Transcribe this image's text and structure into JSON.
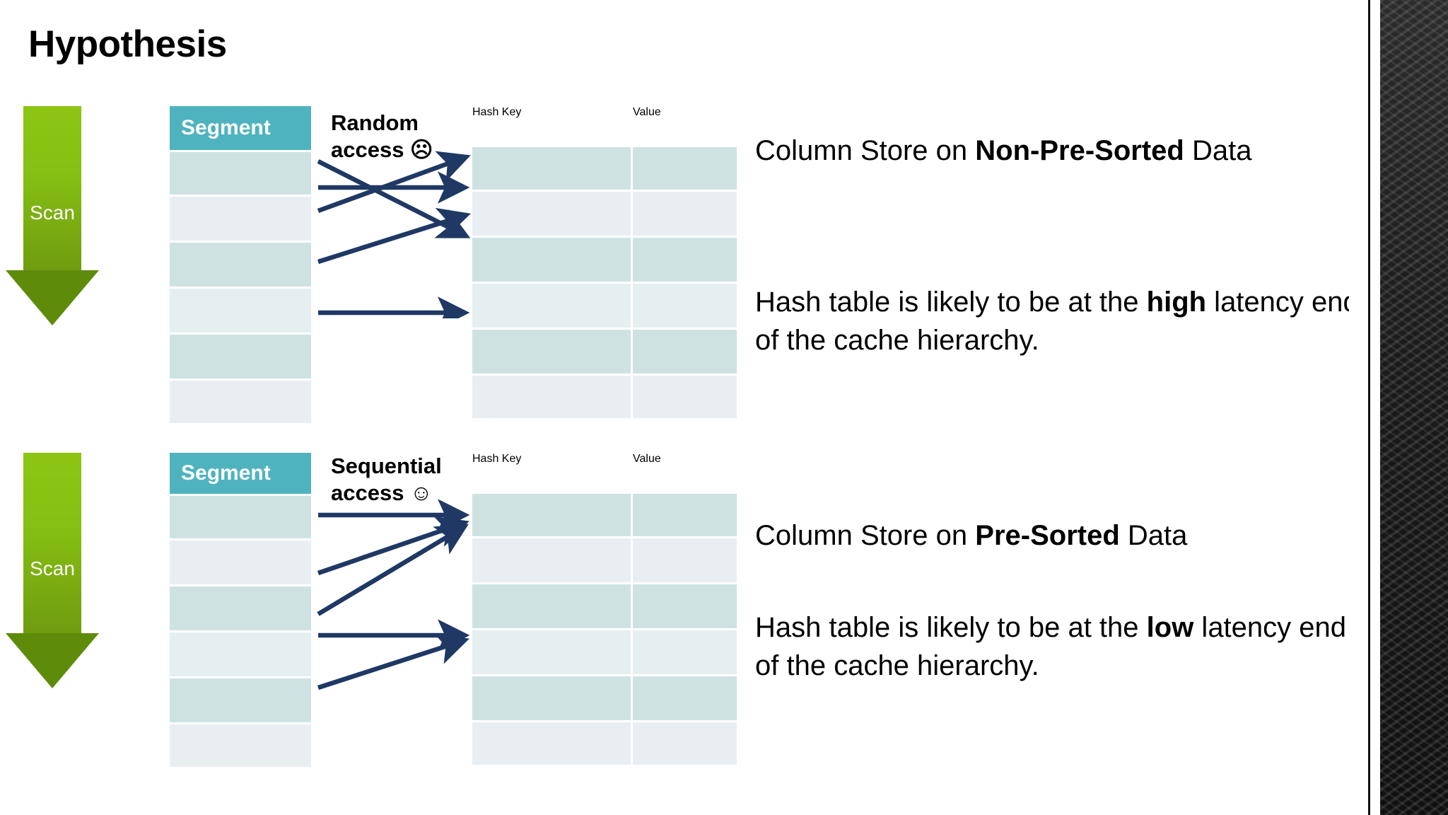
{
  "slide": {
    "title": "Hypothesis",
    "background": "#ffffff",
    "accent_header": "#4FB3BF",
    "scan_green": "#86c013",
    "arrow_navy": "#1F3864"
  },
  "top_block": {
    "scan_label": "Scan",
    "segment_header": "Segment",
    "access_line1": "Random",
    "access_line2": "access ☹",
    "access_emoji": "frowning-face",
    "hash_key_header": "Hash Key",
    "value_header": "Value",
    "text_para1_pre": "Column Store on ",
    "text_para1_bold": "Non-Pre-Sorted",
    "text_para1_post": " Data",
    "text_para2_pre": "Hash table is likely to be at the ",
    "text_para2_bold": "high",
    "text_para2_post": " latency end of the cache hierarchy."
  },
  "bottom_block": {
    "scan_label": "Scan",
    "segment_header": "Segment",
    "access_line1": "Sequential",
    "access_line2": "access ☺",
    "access_emoji": "smiling-face",
    "hash_key_header": "Hash Key",
    "value_header": "Value",
    "text_para1_pre": "Column Store on ",
    "text_para1_bold": "Pre-Sorted",
    "text_para1_post": " Data",
    "text_para2_pre": "Hash table is likely to be at the ",
    "text_para2_bold": "low",
    "text_para2_post": " latency end of the cache hierarchy."
  }
}
